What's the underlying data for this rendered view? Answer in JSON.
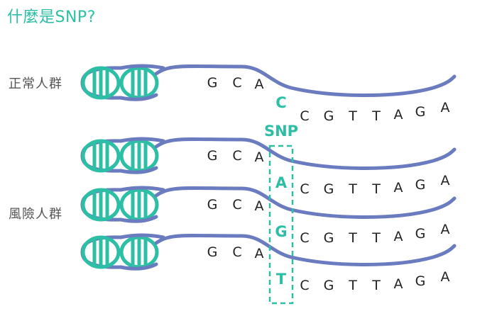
{
  "title": "什麼是SNP?",
  "groups": {
    "normal_label": "正常人群",
    "risk_label": "風險人群"
  },
  "snp_label": "SNP",
  "sequence": {
    "prefix": [
      "G",
      "C",
      "A"
    ],
    "suffix": [
      "C",
      "G",
      "T",
      "T",
      "A",
      "G",
      "A"
    ]
  },
  "strands": [
    {
      "group": "normal",
      "snp_base": "C"
    },
    {
      "group": "risk",
      "snp_base": "A"
    },
    {
      "group": "risk",
      "snp_base": "G"
    },
    {
      "group": "risk",
      "snp_base": "T"
    }
  ],
  "colors": {
    "strand": "#6b7bbf",
    "helix": "#2cbfa5",
    "accent": "#2cbfa5",
    "text": "#222222"
  }
}
